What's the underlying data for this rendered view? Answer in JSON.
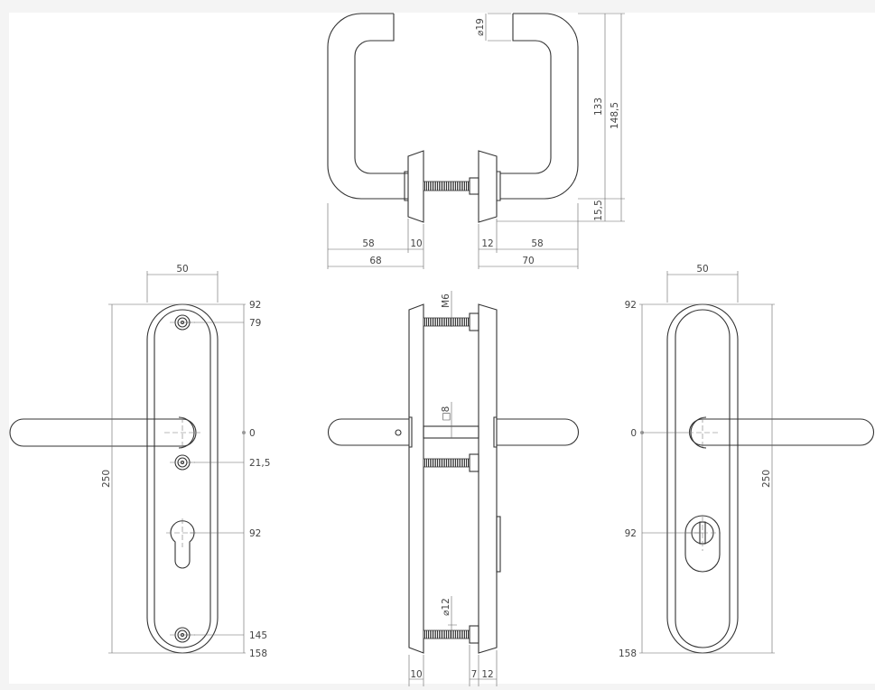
{
  "top_view": {
    "diameter": "⌀19",
    "height_inner": "133",
    "height_total": "148,5",
    "rose_offset": "15,5",
    "left_reach": "58",
    "left_rose": "10",
    "left_total": "68",
    "right_rose": "12",
    "right_reach": "58",
    "right_total": "70"
  },
  "left_view": {
    "width": "50",
    "length": "250",
    "marks": [
      "92",
      "79",
      "0",
      "21,5",
      "92",
      "145",
      "158"
    ]
  },
  "side_view": {
    "bolt_thread": "M6",
    "spindle": "□8",
    "bolt_diameter": "⌀12",
    "left_plate": "10",
    "spacer": "7",
    "right_plate": "12"
  },
  "right_view": {
    "width": "50",
    "length": "250",
    "marks": [
      "92",
      "0",
      "92",
      "158"
    ]
  }
}
